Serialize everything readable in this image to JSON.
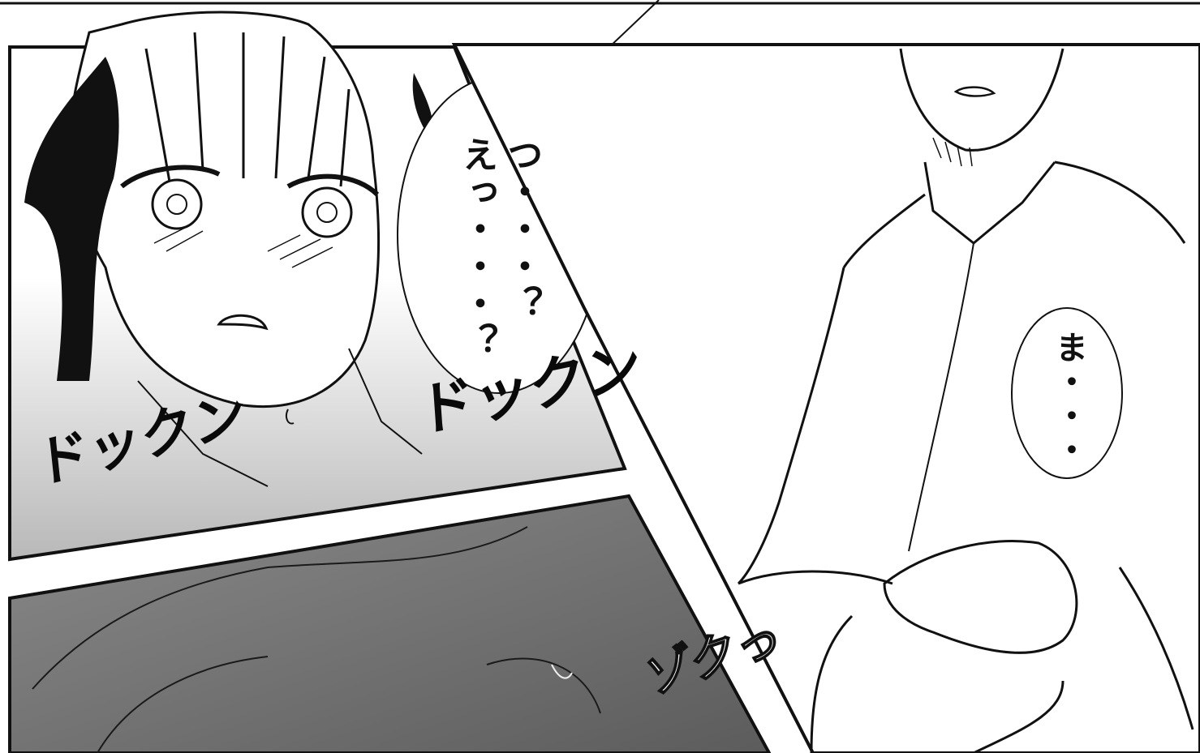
{
  "speech": {
    "bubble1": "つ・・・？\nえっ・・・？",
    "bubble2": "ま・・・"
  },
  "sfx": {
    "heartbeat_left": "ドックン",
    "heartbeat_right": "ドックン",
    "zuku": "ゾクっ"
  },
  "colors": {
    "ink": "#111111",
    "paper": "#ffffff",
    "screentone_light": "#bdbdbd",
    "screentone_dark": "#6b6b6b"
  }
}
